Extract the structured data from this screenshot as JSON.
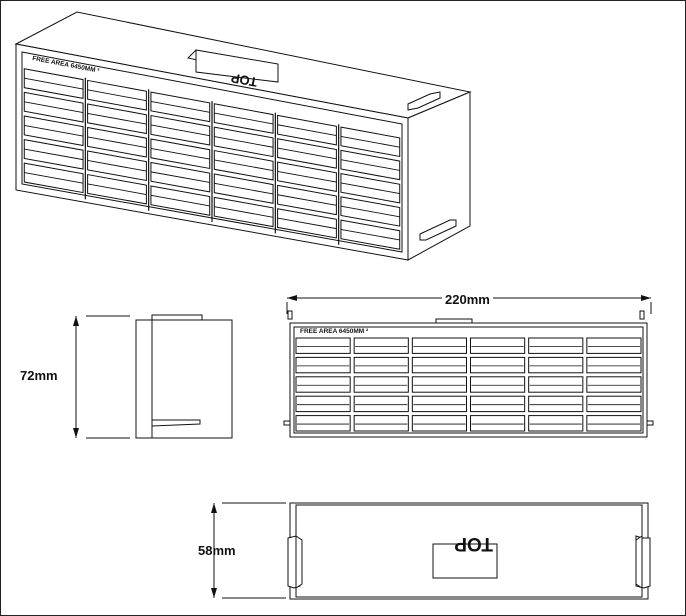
{
  "dimensions": {
    "width": "220mm",
    "height": "72mm",
    "depth": "58mm"
  },
  "markings": {
    "free_area_iso": "FREE  AREA  6450MM ²",
    "free_area_front": "FREE  AREA  6450MM ²",
    "top_label": "TOP"
  }
}
